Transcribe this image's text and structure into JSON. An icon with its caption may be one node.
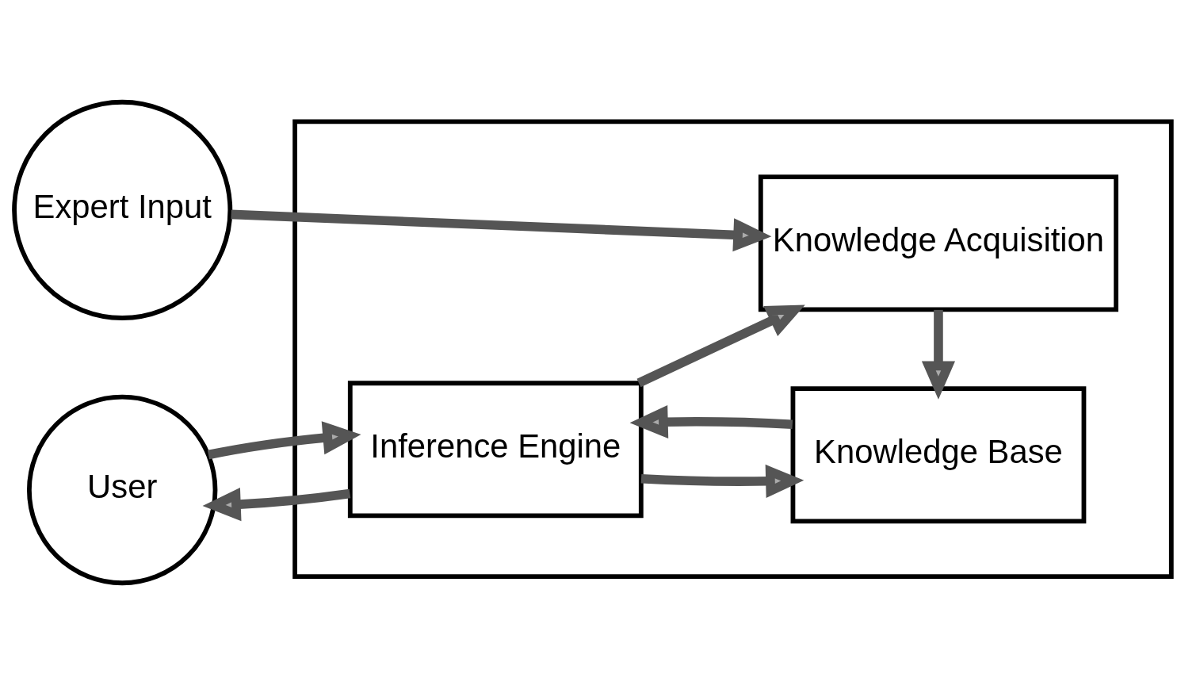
{
  "diagram": {
    "nodes": [
      {
        "text": [],
        "shape": "box"
      },
      {
        "text": [
          "User"
        ]
      },
      {
        "text": [
          "Inference Engine"
        ],
        "in": 0
      },
      {
        "text": [
          "Knowledge Base"
        ],
        "in": 0
      },
      {
        "text": [
          "Knowledge Acquisition"
        ],
        "in": 0
      },
      {
        "text": [
          "Expert Input"
        ]
      }
    ],
    "edges": [
      {
        "from": 1,
        "to": 2,
        "arrow": "to"
      },
      {
        "from": 2,
        "to": 1,
        "arrow": "to"
      },
      {
        "from": 3,
        "to": 2,
        "arrow": "to"
      },
      {
        "from": 2,
        "to": 3,
        "arrow": "to"
      },
      {
        "from": 2,
        "to": 4,
        "arrow": "to"
      },
      {
        "from": 4,
        "to": 3,
        "arrow": "to"
      },
      {
        "from": 5,
        "to": 4,
        "arrow": "to"
      }
    ]
  }
}
